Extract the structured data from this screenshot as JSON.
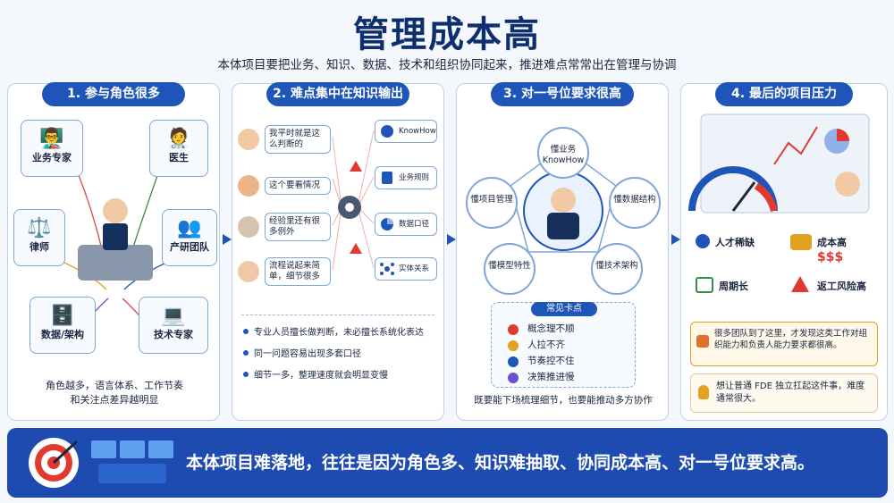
{
  "title": "管理成本高",
  "subtitle": "本体项目要把业务、知识、数据、技术和组织协同起来，推进难点常常出在管理与协调",
  "panels": [
    {
      "header": "1. 参与角色很多",
      "roles": [
        "业务专家",
        "医生",
        "律师",
        "产研团队",
        "数据/架构",
        "技术专家"
      ],
      "caption": [
        "角色越多，语言体系、工作节奏",
        "和关注点差异越明显"
      ]
    },
    {
      "header": "2. 难点集中在知识输出",
      "speech": [
        "我平时就是这么判断的",
        "这个要看情况",
        "经验里还有很多例外",
        "流程说起来简单，细节很多"
      ],
      "outputs": [
        "KnowHow",
        "业务规则",
        "数据口径",
        "实体关系"
      ],
      "bullets": [
        "专业人员擅长做判断，未必擅长系统化表达",
        "同一问题容易出现多套口径",
        "细节一多，整理速度就会明显变慢"
      ]
    },
    {
      "header": "3. 对一号位要求很高",
      "skills": [
        "懂业务KnowHow",
        "懂项目管理",
        "懂数据结构",
        "懂模型特性",
        "懂技术架构"
      ],
      "hurdle_title": "常见卡点",
      "hurdles": [
        "概念理不顺",
        "人拉不齐",
        "节奏控不住",
        "决策推进慢"
      ],
      "caption": "既要能下场梳理细节，也要能推动多方协作"
    },
    {
      "header": "4. 最后的项目压力",
      "stats": [
        "人才稀缺",
        "成本高",
        "周期长",
        "返工风险高"
      ],
      "cost_symbol": "$$$",
      "note1": "很多团队到了这里，才发现这类工作对组织能力和负责人能力要求都很高。",
      "note2": "想让普通 FDE 独立扛起这件事，难度通常很大。"
    }
  ],
  "banner": "本体项目难落地，往往是因为角色多、知识难抽取、协同成本高、对一号位要求高。",
  "colors": {
    "primary": "#1f55b8",
    "banner": "#1d4bb0",
    "warning": "#e03a2f",
    "gold": "#e0a21f"
  }
}
